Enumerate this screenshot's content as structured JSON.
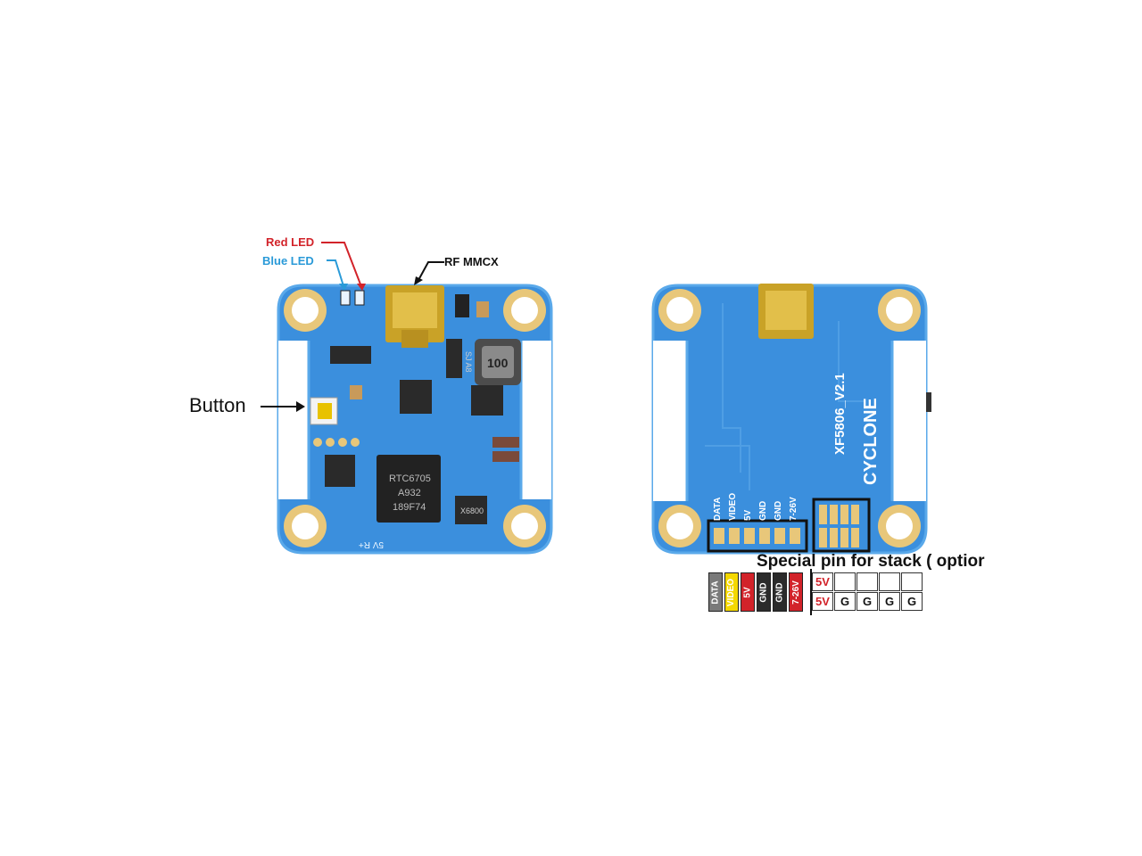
{
  "labels": {
    "red_led": "Red LED",
    "blue_led": "Blue LED",
    "rf_mmcx": "RF MMCX",
    "button": "Button",
    "special_pin": "Special pin for stack ( optior"
  },
  "colors": {
    "red_led": "#d2232a",
    "blue_led": "#2a9ad8",
    "board": "#3b8fdd",
    "board_edge": "#5aa9ea",
    "pad_gold": "#e8c77a",
    "connector_gold": "#c9a227"
  },
  "front_board": {
    "chip_main": [
      "RTC6705",
      "A932",
      "189F74"
    ],
    "inductor": "100",
    "small_chip_a": "SJ A8",
    "small_chip_b": "X6800",
    "silk_bottom": "5V R+"
  },
  "back_board": {
    "model": "XF5806_V2.1",
    "brand": "CYCLONE",
    "pin_labels": [
      "DATA",
      "VIDEO",
      "5V",
      "GND",
      "GND",
      "7-26V"
    ]
  },
  "pin_legend": {
    "cells": [
      {
        "text": "DATA",
        "bg": "#7a7a7a",
        "fg": "#ffffff"
      },
      {
        "text": "VIDEO",
        "bg": "#f4d800",
        "fg": "#ffffff"
      },
      {
        "text": "5V",
        "bg": "#d2232a",
        "fg": "#ffffff"
      },
      {
        "text": "GND",
        "bg": "#2b2b2b",
        "fg": "#ffffff"
      },
      {
        "text": "GND",
        "bg": "#2b2b2b",
        "fg": "#ffffff"
      },
      {
        "text": "7-26V",
        "bg": "#d2232a",
        "fg": "#ffffff"
      }
    ],
    "grid_top": [
      "5V",
      "",
      "",
      "",
      ""
    ],
    "grid_bottom": [
      "5V",
      "G",
      "G",
      "G",
      "G"
    ]
  }
}
